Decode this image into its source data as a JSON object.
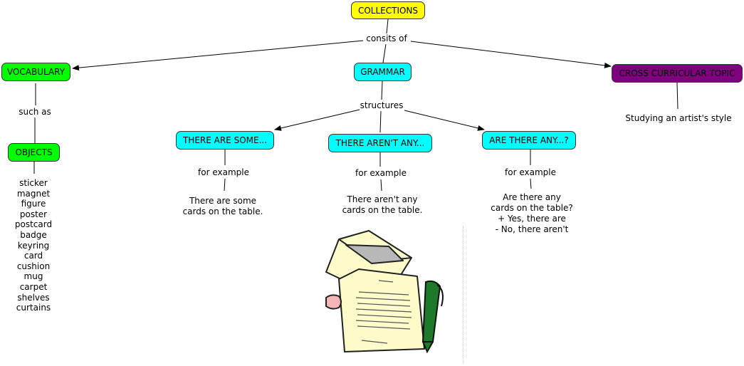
{
  "nodes": {
    "collections": "COLLECTIONS",
    "vocabulary": "VOCABULARY",
    "grammar": "GRAMMAR",
    "cross_curricular": "CROSS CURRICULAR TOPIC",
    "objects": "OBJECTS",
    "there_are_some": "THERE ARE SOME...",
    "there_arent_any": "THERE AREN'T ANY...",
    "are_there_any": "ARE THERE ANY...?"
  },
  "links": {
    "consists_of": "consits of",
    "such_as": "such as",
    "structures": "structures",
    "for_example_1": "for example",
    "for_example_2": "for example",
    "for_example_3": "for example"
  },
  "examples": {
    "some": [
      "There are some",
      "cards on the table."
    ],
    "any": [
      "There aren't any",
      "cards on the table."
    ],
    "question": [
      "Are there any",
      "cards on the table?",
      "+ Yes, there are",
      "- No, there aren't"
    ]
  },
  "cross_topic_detail": "Studying an artist's style",
  "objects_list": [
    "sticker",
    "magnet",
    "figure",
    "poster",
    "postcard",
    "badge",
    "keyring",
    "card",
    "cushion",
    "mug",
    "carpet",
    "shelves",
    "curtains"
  ],
  "colors": {
    "collections": "#ffff00",
    "vocabulary": "#00ff00",
    "grammar": "#00ffff",
    "cross_curricular": "#800080"
  },
  "clipart": "letter-envelope-pen-clipart"
}
